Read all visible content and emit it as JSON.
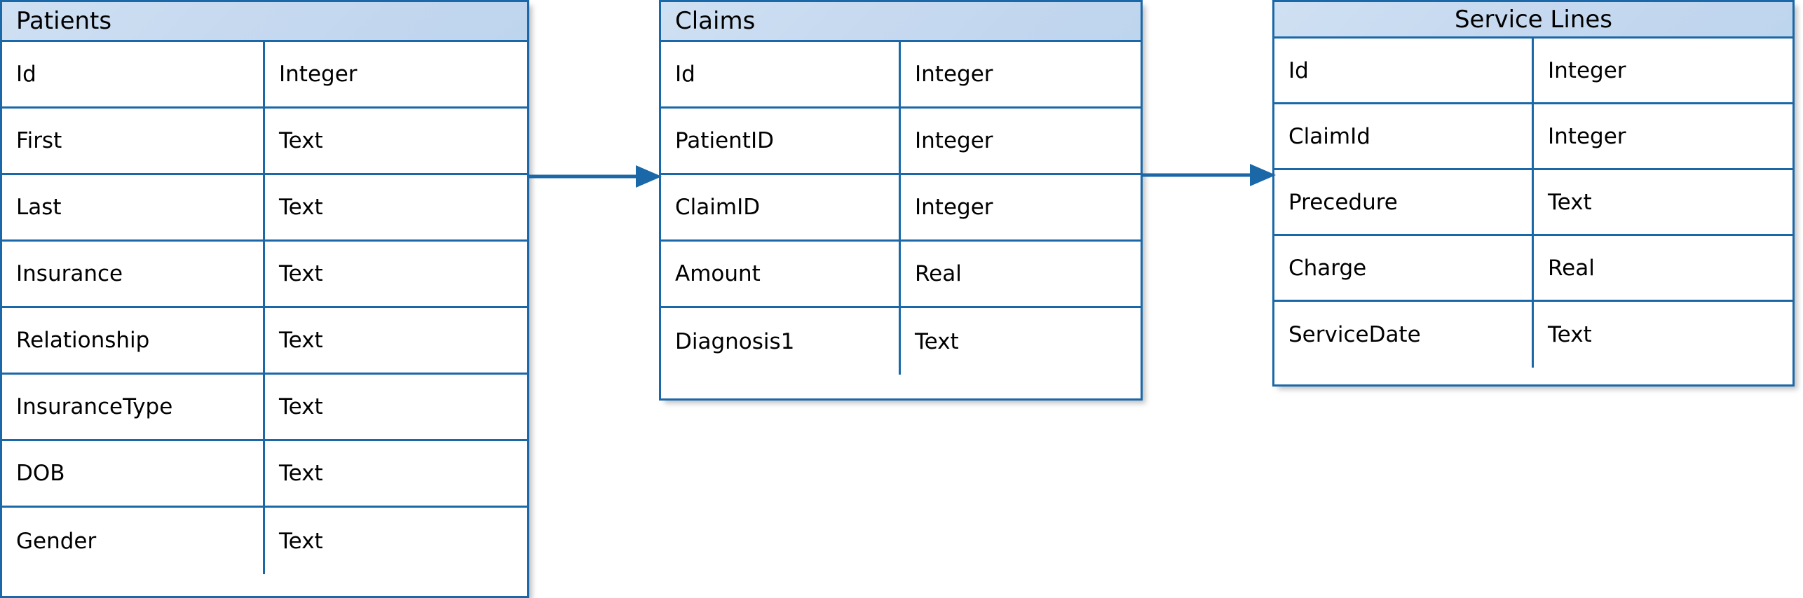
{
  "diagram": {
    "type": "entity-relationship-schema",
    "background_color": "#FFFFFF",
    "accent_color": "#1A68A8",
    "header_fill": "#C6D9EF",
    "tables": [
      {
        "name": "Patients",
        "title_align": "left",
        "columns": [
          {
            "field": "Id",
            "type": "Integer"
          },
          {
            "field": "First",
            "type": "Text"
          },
          {
            "field": "Last",
            "type": "Text"
          },
          {
            "field": "Insurance",
            "type": "Text"
          },
          {
            "field": "Relationship",
            "type": "Text"
          },
          {
            "field": "InsuranceType",
            "type": "Text"
          },
          {
            "field": "DOB",
            "type": "Text"
          },
          {
            "field": "Gender",
            "type": "Text"
          }
        ]
      },
      {
        "name": "Claims",
        "title_align": "left",
        "columns": [
          {
            "field": "Id",
            "type": "Integer"
          },
          {
            "field": "PatientID",
            "type": "Integer"
          },
          {
            "field": "ClaimID",
            "type": "Integer"
          },
          {
            "field": "Amount",
            "type": "Real"
          },
          {
            "field": "Diagnosis1",
            "type": "Text"
          }
        ]
      },
      {
        "name": "Service Lines",
        "title_align": "center",
        "columns": [
          {
            "field": "Id",
            "type": "Integer"
          },
          {
            "field": "ClaimId",
            "type": "Integer"
          },
          {
            "field": "Precedure",
            "type": "Text"
          },
          {
            "field": "Charge",
            "type": "Real"
          },
          {
            "field": "ServiceDate",
            "type": "Text"
          }
        ]
      }
    ],
    "relationships": [
      {
        "from": "Patients",
        "to": "Claims",
        "style": "arrow"
      },
      {
        "from": "Claims",
        "to": "Service Lines",
        "style": "arrow"
      }
    ]
  }
}
